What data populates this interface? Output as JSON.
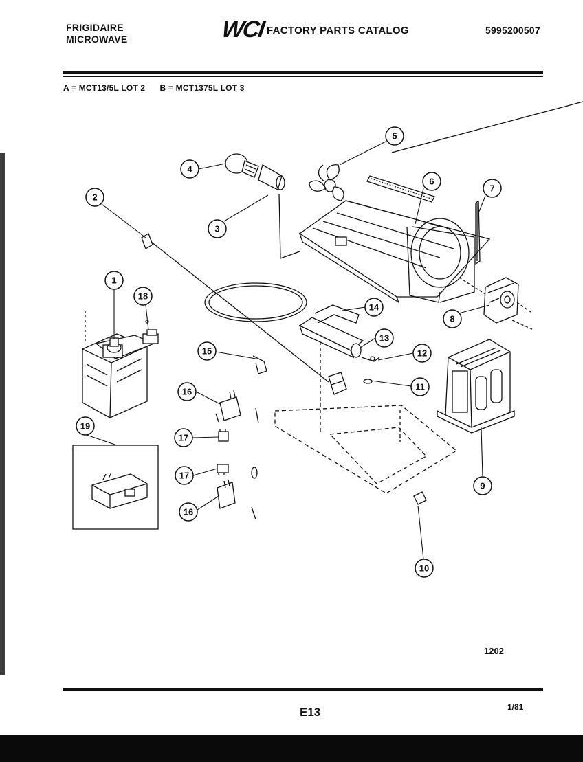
{
  "header": {
    "brand_line1": "FRIGIDAIRE",
    "brand_line2": "MICROWAVE",
    "logo": "WCI",
    "title": "FACTORY PARTS CATALOG",
    "catalog_number": "5995200507"
  },
  "models": {
    "line": "A = MCT13/5L LOT 2      B = MCT1375L LOT 3"
  },
  "callouts": [
    "1",
    "2",
    "3",
    "4",
    "5",
    "6",
    "7",
    "8",
    "9",
    "10",
    "11",
    "12",
    "13",
    "14",
    "15",
    "16",
    "16",
    "17",
    "17",
    "18",
    "19"
  ],
  "footer": {
    "ref": "1202",
    "page": "E13",
    "date": "1/81"
  },
  "colors": {
    "ink": "#111111",
    "paper": "#ffffff"
  }
}
